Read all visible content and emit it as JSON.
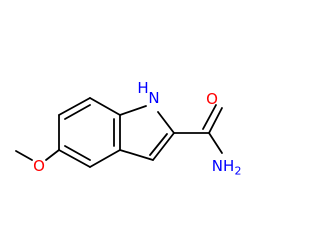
{
  "molecule": {
    "atoms": {
      "nh": "H",
      "n": "N",
      "o_carbonyl": "O",
      "o_ether": "O",
      "nh2_n": "NH",
      "nh2_sub": "2"
    }
  },
  "colors": {
    "bond": "#000000",
    "nitrogen": "#0000ff",
    "oxygen": "#ff0000"
  }
}
